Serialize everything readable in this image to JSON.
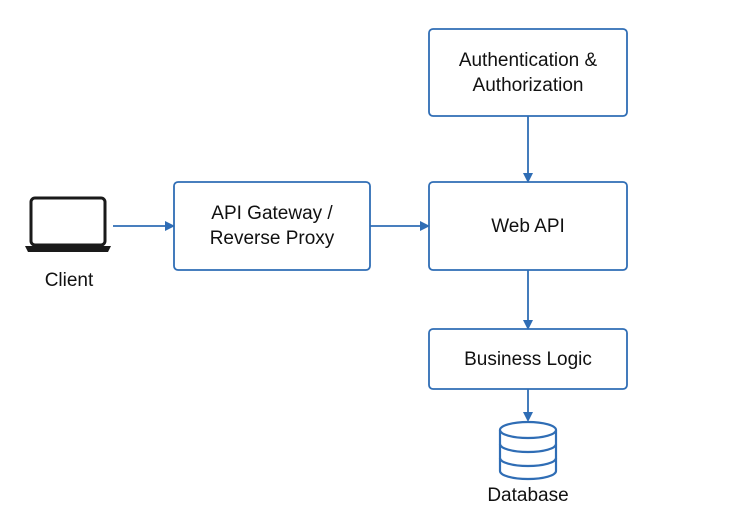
{
  "diagram": {
    "nodes": {
      "client": {
        "label": "Client",
        "icon": "laptop-icon"
      },
      "gateway": {
        "label": "API Gateway /\nReverse Proxy"
      },
      "auth": {
        "label": "Authentication &\nAuthorization"
      },
      "webapi": {
        "label": "Web API"
      },
      "business": {
        "label": "Business Logic"
      },
      "database": {
        "label": "Database",
        "icon": "database-icon"
      }
    },
    "edges": [
      {
        "from": "client",
        "to": "gateway"
      },
      {
        "from": "gateway",
        "to": "webapi"
      },
      {
        "from": "auth",
        "to": "webapi"
      },
      {
        "from": "webapi",
        "to": "business"
      },
      {
        "from": "business",
        "to": "database"
      }
    ],
    "colors": {
      "accent": "#2f6db5",
      "text": "#111111",
      "background": "#ffffff",
      "icon": "#1a1a1a"
    }
  }
}
